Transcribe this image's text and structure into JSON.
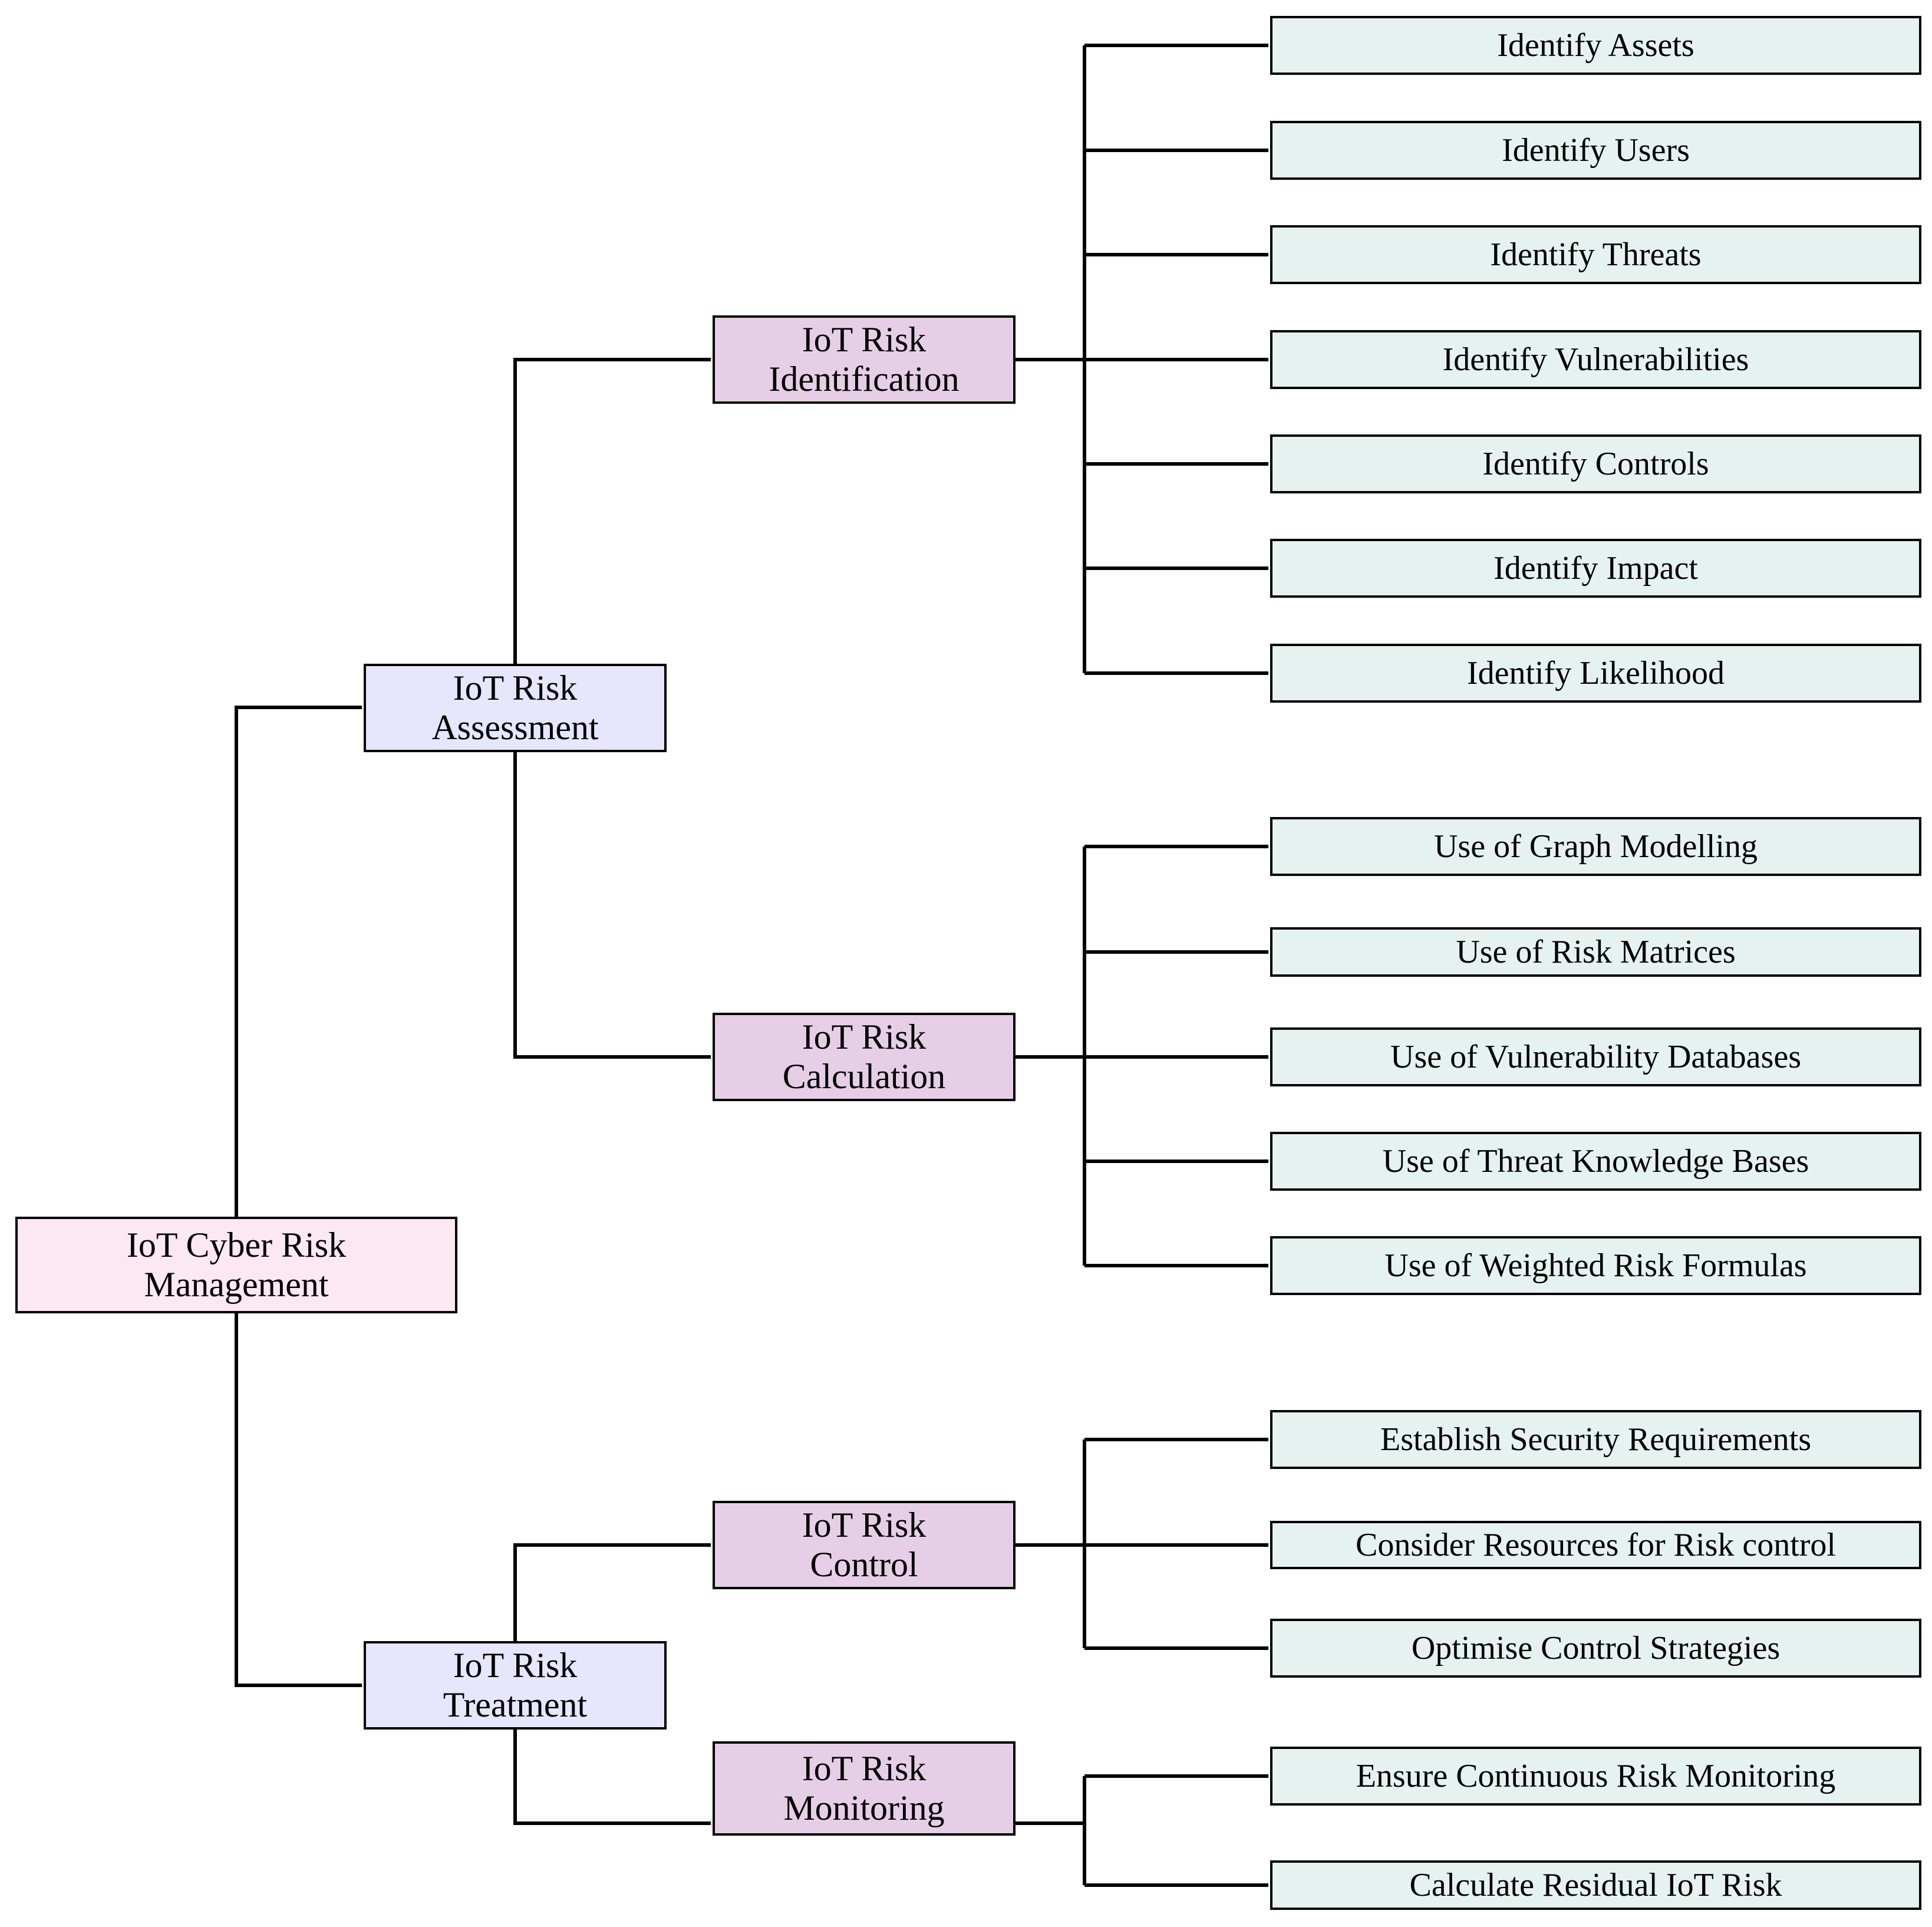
{
  "colors": {
    "root_fill": "#fce8f2",
    "level1_fill": "#e6e6fc",
    "level2_fill": "#e6cfe6",
    "leaf_fill": "#e6f2f0",
    "stroke": "#000000"
  },
  "root": {
    "line1": "IoT Cyber Risk",
    "line2": "Management"
  },
  "assessment": {
    "line1": "IoT Risk",
    "line2": "Assessment",
    "identification": {
      "line1": "IoT Risk",
      "line2": "Identification",
      "items": [
        "Identify Assets",
        "Identify Users",
        "Identify Threats",
        "Identify Vulnerabilities",
        "Identify Controls",
        "Identify Impact",
        "Identify Likelihood"
      ]
    },
    "calculation": {
      "line1": "IoT Risk",
      "line2": "Calculation",
      "items": [
        "Use of Graph Modelling",
        "Use of Risk Matrices",
        "Use of Vulnerability Databases",
        "Use of Threat Knowledge Bases",
        "Use of Weighted Risk Formulas"
      ]
    }
  },
  "treatment": {
    "line1": "IoT Risk",
    "line2": "Treatment",
    "control": {
      "line1": "IoT Risk",
      "line2": "Control",
      "items": [
        "Establish Security Requirements",
        "Consider Resources for Risk control",
        "Optimise Control Strategies"
      ]
    },
    "monitoring": {
      "line1": "IoT Risk",
      "line2": "Monitoring",
      "items": [
        "Ensure Continuous Risk Monitoring",
        "Calculate Residual IoT Risk"
      ]
    }
  }
}
